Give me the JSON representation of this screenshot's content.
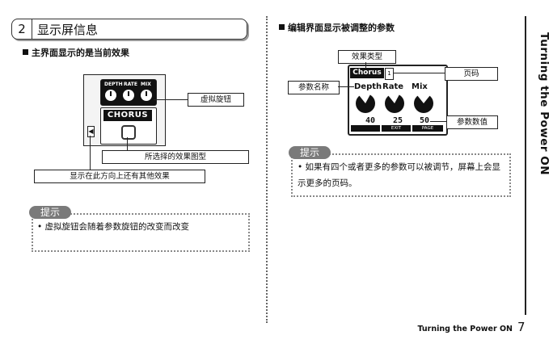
{
  "section": {
    "number": "2",
    "title": "显示屏信息"
  },
  "left": {
    "heading": "主界面显示的是当前效果",
    "pedal": {
      "knob_labels": [
        "DEPTH",
        "RATE",
        "MIX"
      ],
      "effect_name": "CHORUS",
      "scroll_arrow": "◀"
    },
    "callouts": {
      "virtual_knob": "虚拟旋钮",
      "effect_icon": "所选择的效果图型",
      "more_effects": "显示在此方向上还有其他效果"
    },
    "hint": {
      "tab": "提示",
      "text": "虚拟旋钮会随着参数旋钮的改变而改变"
    }
  },
  "right": {
    "heading": "编辑界面显示被调整的参数",
    "screen": {
      "effect_name": "Chorus",
      "page_indicator": "1",
      "params": [
        "Depth",
        "Rate",
        "Mix"
      ],
      "values": [
        "40",
        "25",
        "50"
      ],
      "bottom_labels": [
        "",
        "EXIT",
        "PAGE"
      ]
    },
    "callouts": {
      "effect_type": "效果类型",
      "param_name": "参数名称",
      "page_number": "页码",
      "param_value": "参数数值"
    },
    "hint": {
      "tab": "提示",
      "text": "如果有四个或者更多的参数可以被调节，屏幕上会显示更多的页码。"
    }
  },
  "side_tab": "Turning the Power ON",
  "footer": {
    "title": "Turning the Power ON",
    "page": "7"
  }
}
